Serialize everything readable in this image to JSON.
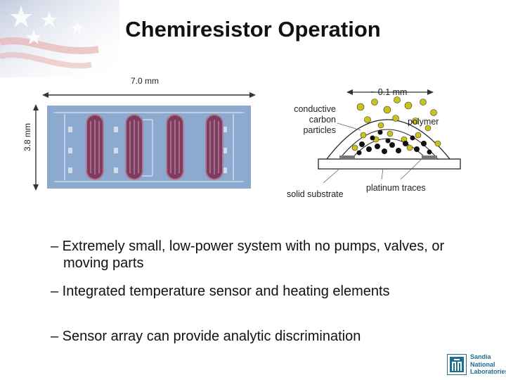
{
  "title": "Chemiresistor Operation",
  "dimensions": {
    "width_label": "7.0 mm",
    "height_label": "3.8 mm"
  },
  "diagram": {
    "scale_label": "~ 0.1 mm",
    "conductive_label": "conductive carbon particles",
    "polymer_label": "polymer",
    "substrate_label": "solid substrate",
    "traces_label": "platinum traces"
  },
  "bullets": [
    "– Extremely small, low-power system with no pumps, valves, or moving parts",
    "– Integrated temperature sensor and heating elements",
    "– Sensor array can provide analytic discrimination"
  ],
  "logo": {
    "line1": "Sandia",
    "line2": "National",
    "line3": "Laboratories"
  },
  "colors": {
    "chip_background": "#7f9fc8",
    "sensor_element": "#8a4a6a",
    "particle_yellow": "#c8c21a",
    "particle_black": "#111111",
    "logo_blue": "#1f6e8f"
  }
}
